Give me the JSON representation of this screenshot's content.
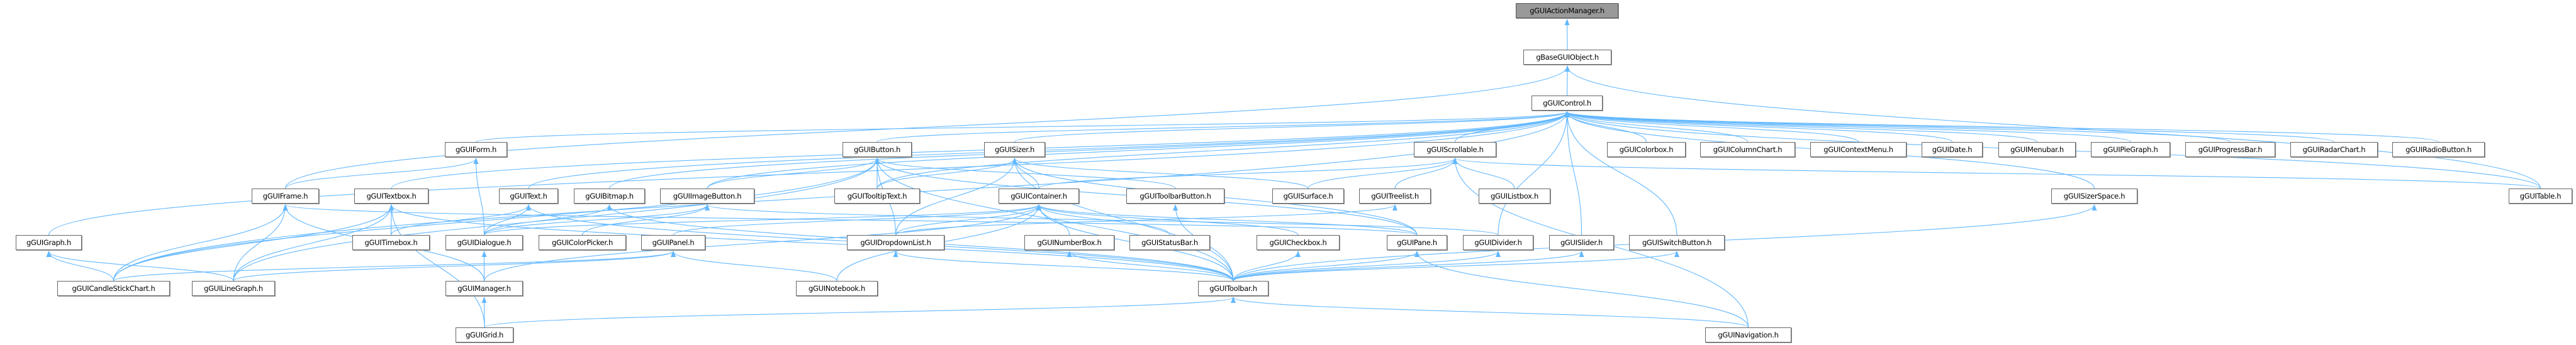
{
  "graph": {
    "root": "gGUIActionManager.h",
    "edge_color": "#63b8ff",
    "root_fill": "#999999",
    "nodes": [
      {
        "id": "actionmanager",
        "label": "gGUIActionManager.h"
      },
      {
        "id": "baseguiobject",
        "label": "gBaseGUIObject.h"
      },
      {
        "id": "control",
        "label": "gGUIControl.h"
      },
      {
        "id": "form",
        "label": "gGUIForm.h"
      },
      {
        "id": "button",
        "label": "gGUIButton.h"
      },
      {
        "id": "sizer",
        "label": "gGUISizer.h"
      },
      {
        "id": "scrollable",
        "label": "gGUIScrollable.h"
      },
      {
        "id": "colorbox",
        "label": "gGUIColorbox.h"
      },
      {
        "id": "columnchart",
        "label": "gGUIColumnChart.h"
      },
      {
        "id": "contextmenu",
        "label": "gGUIContextMenu.h"
      },
      {
        "id": "date",
        "label": "gGUIDate.h"
      },
      {
        "id": "menubar",
        "label": "gGUIMenubar.h"
      },
      {
        "id": "piegraph",
        "label": "gGUIPieGraph.h"
      },
      {
        "id": "progressbar",
        "label": "gGUIProgressBar.h"
      },
      {
        "id": "radarchart",
        "label": "gGUIRadarChart.h"
      },
      {
        "id": "radiobutton",
        "label": "gGUIRadioButton.h"
      },
      {
        "id": "frame",
        "label": "gGUIFrame.h"
      },
      {
        "id": "textbox",
        "label": "gGUITextbox.h"
      },
      {
        "id": "text",
        "label": "gGUIText.h"
      },
      {
        "id": "bitmap",
        "label": "gGUIBitmap.h"
      },
      {
        "id": "imagebutton",
        "label": "gGUIImageButton.h"
      },
      {
        "id": "tooltiptext",
        "label": "gGUITooltipText.h"
      },
      {
        "id": "container",
        "label": "gGUIContainer.h"
      },
      {
        "id": "toolbarbutton",
        "label": "gGUIToolbarButton.h"
      },
      {
        "id": "surface",
        "label": "gGUISurface.h"
      },
      {
        "id": "treelist",
        "label": "gGUITreelist.h"
      },
      {
        "id": "listbox",
        "label": "gGUIListbox.h"
      },
      {
        "id": "sizerspace",
        "label": "gGUISizerSpace.h"
      },
      {
        "id": "table",
        "label": "gGUITable.h"
      },
      {
        "id": "graph",
        "label": "gGUIGraph.h"
      },
      {
        "id": "timebox",
        "label": "gGUITimebox.h"
      },
      {
        "id": "dialogue",
        "label": "gGUIDialogue.h"
      },
      {
        "id": "colorpicker",
        "label": "gGUIColorPicker.h"
      },
      {
        "id": "panel",
        "label": "gGUIPanel.h"
      },
      {
        "id": "dropdownlist",
        "label": "gGUIDropdownList.h"
      },
      {
        "id": "numberbox",
        "label": "gGUINumberBox.h"
      },
      {
        "id": "statusbar",
        "label": "gGUIStatusBar.h"
      },
      {
        "id": "checkbox",
        "label": "gGUICheckbox.h"
      },
      {
        "id": "pane",
        "label": "gGUIPane.h"
      },
      {
        "id": "divider",
        "label": "gGUIDivider.h"
      },
      {
        "id": "slider",
        "label": "gGUISlider.h"
      },
      {
        "id": "switchbutton",
        "label": "gGUISwitchButton.h"
      },
      {
        "id": "candlestickchart",
        "label": "gGUICandleStickChart.h"
      },
      {
        "id": "linegraph",
        "label": "gGUILineGraph.h"
      },
      {
        "id": "manager",
        "label": "gGUIManager.h"
      },
      {
        "id": "notebook",
        "label": "gGUINotebook.h"
      },
      {
        "id": "toolbar",
        "label": "gGUIToolbar.h"
      },
      {
        "id": "grid",
        "label": "gGUIGrid.h"
      },
      {
        "id": "navigation",
        "label": "gGUINavigation.h"
      }
    ],
    "edges": [
      [
        "baseguiobject",
        "actionmanager"
      ],
      [
        "control",
        "baseguiobject"
      ],
      [
        "table",
        "baseguiobject"
      ],
      [
        "frame",
        "baseguiobject"
      ],
      [
        "form",
        "control"
      ],
      [
        "button",
        "control"
      ],
      [
        "sizer",
        "control"
      ],
      [
        "scrollable",
        "control"
      ],
      [
        "colorbox",
        "control"
      ],
      [
        "columnchart",
        "control"
      ],
      [
        "contextmenu",
        "control"
      ],
      [
        "date",
        "control"
      ],
      [
        "menubar",
        "control"
      ],
      [
        "piegraph",
        "control"
      ],
      [
        "progressbar",
        "control"
      ],
      [
        "radarchart",
        "control"
      ],
      [
        "radiobutton",
        "control"
      ],
      [
        "table",
        "control"
      ],
      [
        "sizerspace",
        "control"
      ],
      [
        "textbox",
        "control"
      ],
      [
        "text",
        "control"
      ],
      [
        "bitmap",
        "control"
      ],
      [
        "imagebutton",
        "control"
      ],
      [
        "tooltiptext",
        "control"
      ],
      [
        "graph",
        "control"
      ],
      [
        "candlestickchart",
        "control"
      ],
      [
        "divider",
        "control"
      ],
      [
        "slider",
        "control"
      ],
      [
        "switchbutton",
        "control"
      ],
      [
        "container",
        "scrollable"
      ],
      [
        "surface",
        "scrollable"
      ],
      [
        "treelist",
        "scrollable"
      ],
      [
        "listbox",
        "scrollable"
      ],
      [
        "table",
        "scrollable"
      ],
      [
        "navigation",
        "scrollable"
      ],
      [
        "tooltiptext",
        "sizer"
      ],
      [
        "container",
        "sizer"
      ],
      [
        "surface",
        "sizer"
      ],
      [
        "dropdownlist",
        "sizer"
      ],
      [
        "toolbar",
        "sizer"
      ],
      [
        "pane",
        "sizer"
      ],
      [
        "tooltiptext",
        "button"
      ],
      [
        "toolbarbutton",
        "button"
      ],
      [
        "imagebutton",
        "button"
      ],
      [
        "candlestickchart",
        "button"
      ],
      [
        "linegraph",
        "button"
      ],
      [
        "dropdownlist",
        "button"
      ],
      [
        "pane",
        "button"
      ],
      [
        "toolbar",
        "button"
      ],
      [
        "numberbox",
        "container"
      ],
      [
        "statusbar",
        "container"
      ],
      [
        "checkbox",
        "container"
      ],
      [
        "pane",
        "container"
      ],
      [
        "dropdownlist",
        "container"
      ],
      [
        "panel",
        "container"
      ],
      [
        "dialogue",
        "container"
      ],
      [
        "manager",
        "container"
      ],
      [
        "notebook",
        "container"
      ],
      [
        "toolbar",
        "container"
      ],
      [
        "frame",
        "form"
      ],
      [
        "dialogue",
        "form"
      ],
      [
        "candlestickchart",
        "frame"
      ],
      [
        "linegraph",
        "frame"
      ],
      [
        "manager",
        "frame"
      ],
      [
        "pane",
        "frame"
      ],
      [
        "timebox",
        "textbox"
      ],
      [
        "candlestickchart",
        "textbox"
      ],
      [
        "linegraph",
        "textbox"
      ],
      [
        "grid",
        "textbox"
      ],
      [
        "toolbar",
        "textbox"
      ],
      [
        "timebox",
        "text"
      ],
      [
        "dialogue",
        "text"
      ],
      [
        "toolbar",
        "text"
      ],
      [
        "dialogue",
        "bitmap"
      ],
      [
        "toolbar",
        "bitmap"
      ],
      [
        "dialogue",
        "imagebutton"
      ],
      [
        "colorpicker",
        "imagebutton"
      ],
      [
        "divider",
        "imagebutton"
      ],
      [
        "candlestickchart",
        "graph"
      ],
      [
        "linegraph",
        "graph"
      ],
      [
        "manager",
        "dialogue"
      ],
      [
        "grid",
        "manager"
      ],
      [
        "candlestickchart",
        "panel"
      ],
      [
        "linegraph",
        "panel"
      ],
      [
        "notebook",
        "panel"
      ],
      [
        "dropdownlist",
        "treelist"
      ],
      [
        "toolbar",
        "toolbarbutton"
      ],
      [
        "toolbar",
        "numberbox"
      ],
      [
        "toolbar",
        "checkbox"
      ],
      [
        "toolbar",
        "dropdownlist"
      ],
      [
        "toolbar",
        "pane"
      ],
      [
        "toolbar",
        "divider"
      ],
      [
        "toolbar",
        "slider"
      ],
      [
        "toolbar",
        "switchbutton"
      ],
      [
        "toolbar",
        "sizerspace"
      ],
      [
        "navigation",
        "pane"
      ],
      [
        "navigation",
        "toolbar"
      ],
      [
        "grid",
        "toolbar"
      ]
    ]
  }
}
